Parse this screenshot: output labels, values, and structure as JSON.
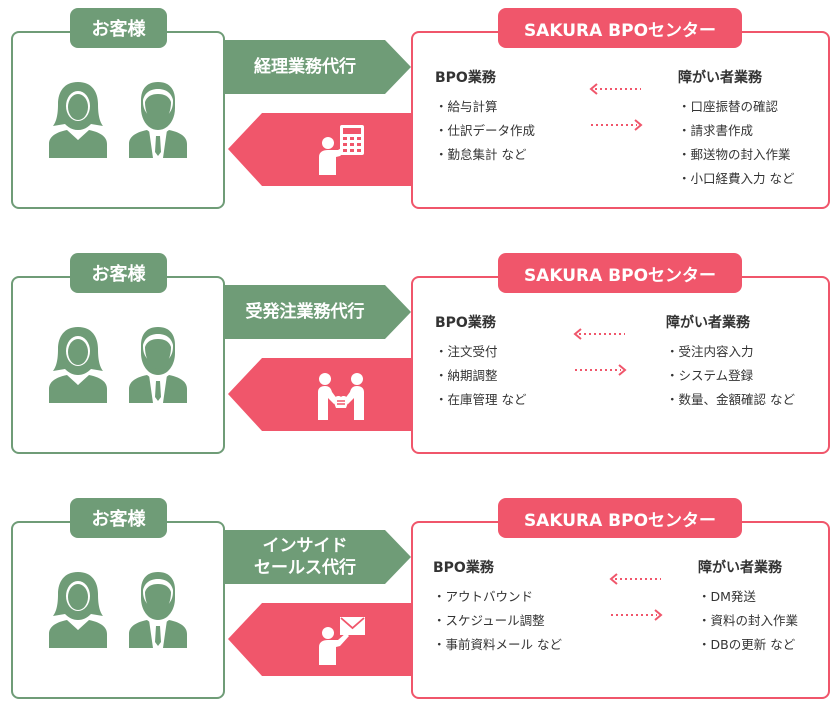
{
  "colors": {
    "green": "#6f9c77",
    "red": "#f0566b"
  },
  "rows": [
    {
      "customer_label": "お客様",
      "service_label": "経理業務代行",
      "service_icon": "calculator-presenter-icon",
      "center_label": "SAKURA BPOセンター",
      "bpo": {
        "title": "BPO業務",
        "items": [
          "給与計算",
          "仕訳データ作成",
          "勤怠集計 など"
        ]
      },
      "disabled": {
        "title": "障がい者業務",
        "items": [
          "口座振替の確認",
          "請求書作成",
          "郵送物の封入作業",
          "小口経費入力 など"
        ]
      }
    },
    {
      "customer_label": "お客様",
      "service_label": "受発注業務代行",
      "service_icon": "handshake-icon",
      "center_label": "SAKURA BPOセンター",
      "bpo": {
        "title": "BPO業務",
        "items": [
          "注文受付",
          "納期調整",
          "在庫管理 など"
        ]
      },
      "disabled": {
        "title": "障がい者業務",
        "items": [
          "受注内容入力",
          "システム登録",
          "数量、金額確認 など"
        ]
      }
    },
    {
      "customer_label": "お客様",
      "service_label": "インサイド\nセールス代行",
      "service_icon": "mail-presenter-icon",
      "center_label": "SAKURA BPOセンター",
      "bpo": {
        "title": "BPO業務",
        "items": [
          "アウトバウンド",
          "スケジュール調整",
          "事前資料メール など"
        ]
      },
      "disabled": {
        "title": "障がい者業務",
        "items": [
          "DM発送",
          "資料の封入作業",
          "DBの更新 など"
        ]
      }
    }
  ]
}
